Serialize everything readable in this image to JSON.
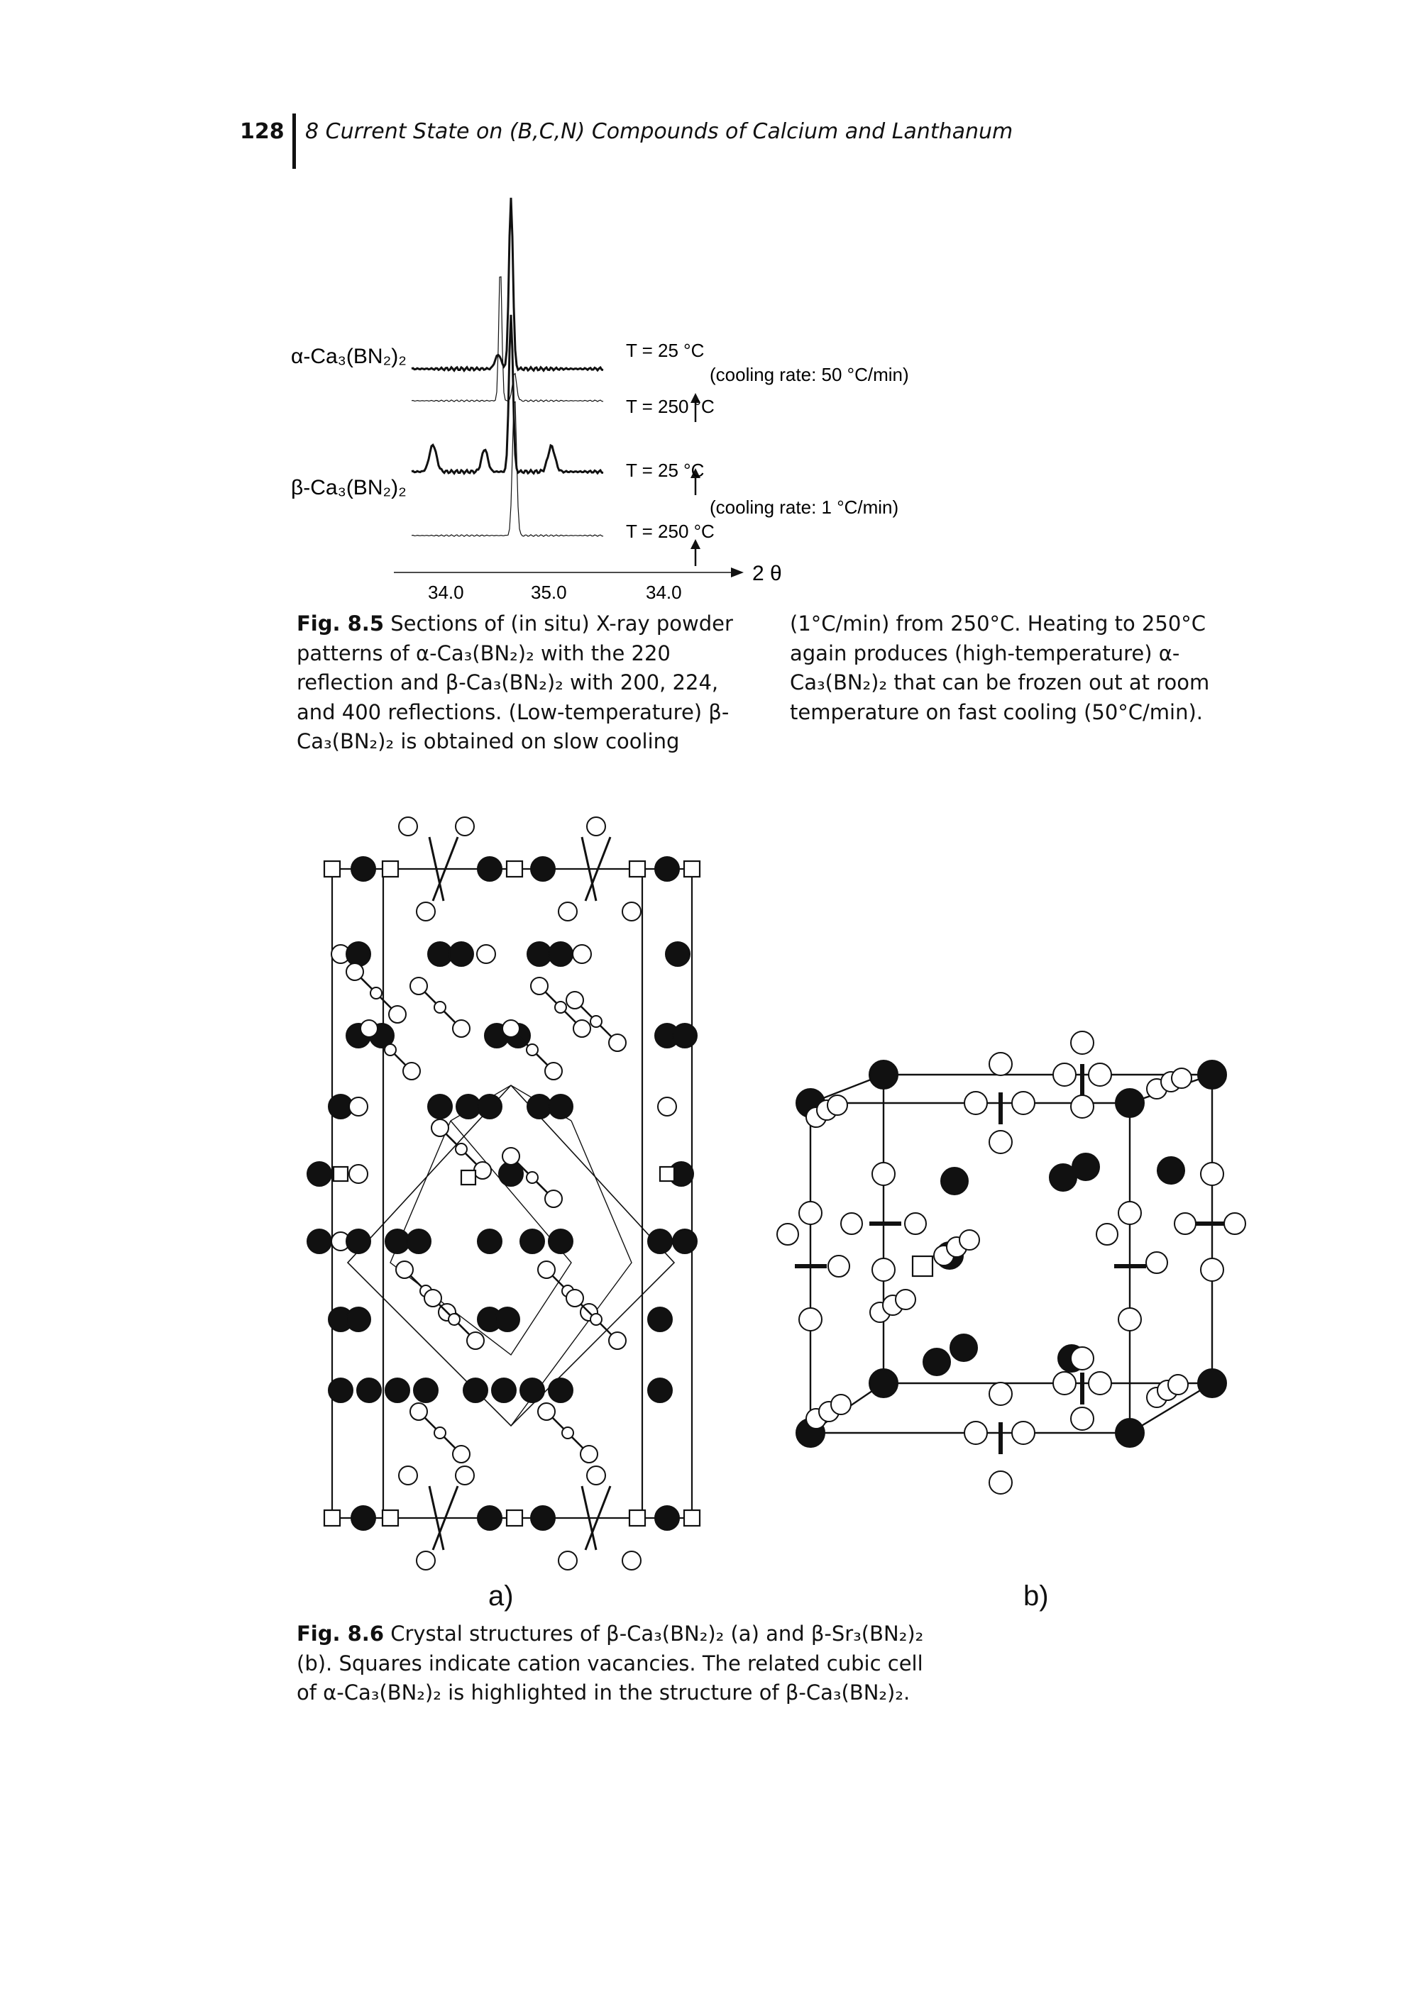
{
  "header": {
    "page_number": "128",
    "running_title": "8 Current State on (B,C,N) Compounds of Calcium and Lanthanum"
  },
  "figure_8_5": {
    "chart_data": {
      "type": "line",
      "xlabel": "2 θ",
      "x_tick_labels": [
        "34.0",
        "35.0",
        "34.0"
      ],
      "series": [
        {
          "name": "α-Ca3(BN2)2",
          "condition": "T = 25 °C"
        },
        {
          "name": "",
          "condition": "T = 250 °C"
        },
        {
          "name": "β-Ca3(BN2)2",
          "condition": "T = 25 °C"
        },
        {
          "name": "",
          "condition": "T = 250 °C"
        }
      ],
      "annotations": [
        "(cooling rate: 50 °C/min)",
        "(cooling rate: 1 °C/min)"
      ],
      "grid": false
    },
    "labels": {
      "alpha": "α-Ca₃(BN₂)₂",
      "beta": "β-Ca₃(BN₂)₂",
      "t1": "T = 25 °C",
      "rate1": "(cooling rate: 50 °C/min)",
      "t2": "T = 250 °C",
      "t3": "T = 25 °C",
      "rate2": "(cooling rate: 1 °C/min)",
      "t4": "T = 250 °C",
      "tick1": "34.0",
      "tick2": "35.0",
      "tick3": "34.0",
      "axis": "2 θ"
    },
    "caption_label": "Fig. 8.5",
    "caption_left": "Sections of (in situ) X-ray powder patterns of α-Ca₃(BN₂)₂ with the 220 reflection and β-Ca₃(BN₂)₂ with 200, 224, and 400 reflections. (Low-temperature) β-Ca₃(BN₂)₂ is obtained on slow cooling",
    "caption_right": "(1°C/min) from 250°C. Heating to 250°C again produces (high-temperature) α-Ca₃(BN₂)₂ that can be frozen out at room temperature on fast cooling (50°C/min)."
  },
  "figure_8_6": {
    "panel_a": "a)",
    "panel_b": "b)",
    "caption_label": "Fig. 8.6",
    "caption": "Crystal structures of β-Ca₃(BN₂)₂ (a) and β-Sr₃(BN₂)₂ (b). Squares indicate cation vacancies. The related cubic cell of α-Ca₃(BN₂)₂ is highlighted in the structure of β-Ca₃(BN₂)₂."
  }
}
